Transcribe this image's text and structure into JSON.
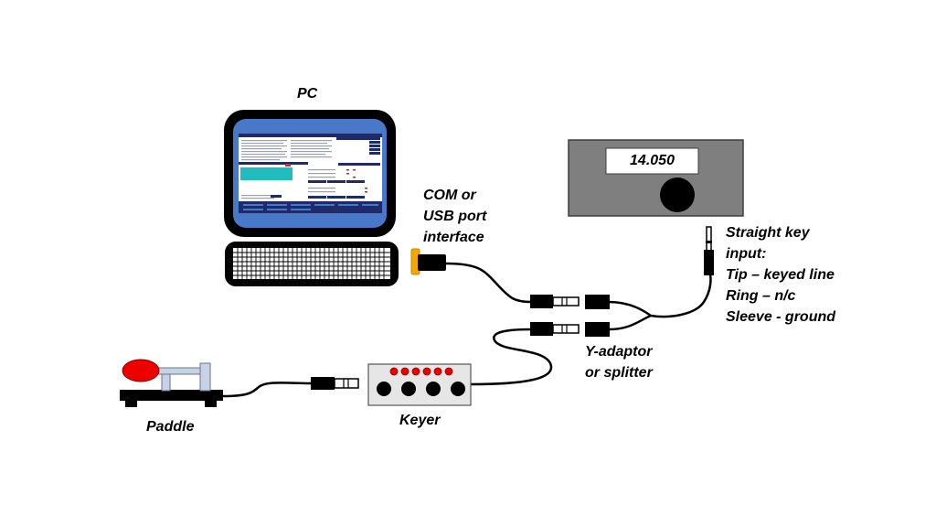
{
  "labels": {
    "pc": "PC",
    "port": [
      "COM or",
      "USB port",
      "interface"
    ],
    "straight_key": [
      "Straight key",
      "input:",
      "Tip – keyed line",
      "Ring – n/c",
      "Sleeve - ground"
    ],
    "y_adaptor": [
      "Y-adaptor",
      "or splitter"
    ],
    "paddle": "Paddle",
    "keyer": "Keyer"
  },
  "radio": {
    "frequency": "14.050"
  },
  "colors": {
    "monitor_frame": "#000000",
    "screen_blue": "#4a78c8",
    "app_navy": "#1f2a6b",
    "app_teal": "#1fbdbd",
    "connector_orange": "#f2a800",
    "radio_gray": "#7f7f7f",
    "paddle_red": "#ee0000",
    "keyer_led_red": "#ee0000",
    "keyer_body": "#e6e6e6"
  },
  "keyer": {
    "led_count": 6,
    "knob_count": 4
  }
}
